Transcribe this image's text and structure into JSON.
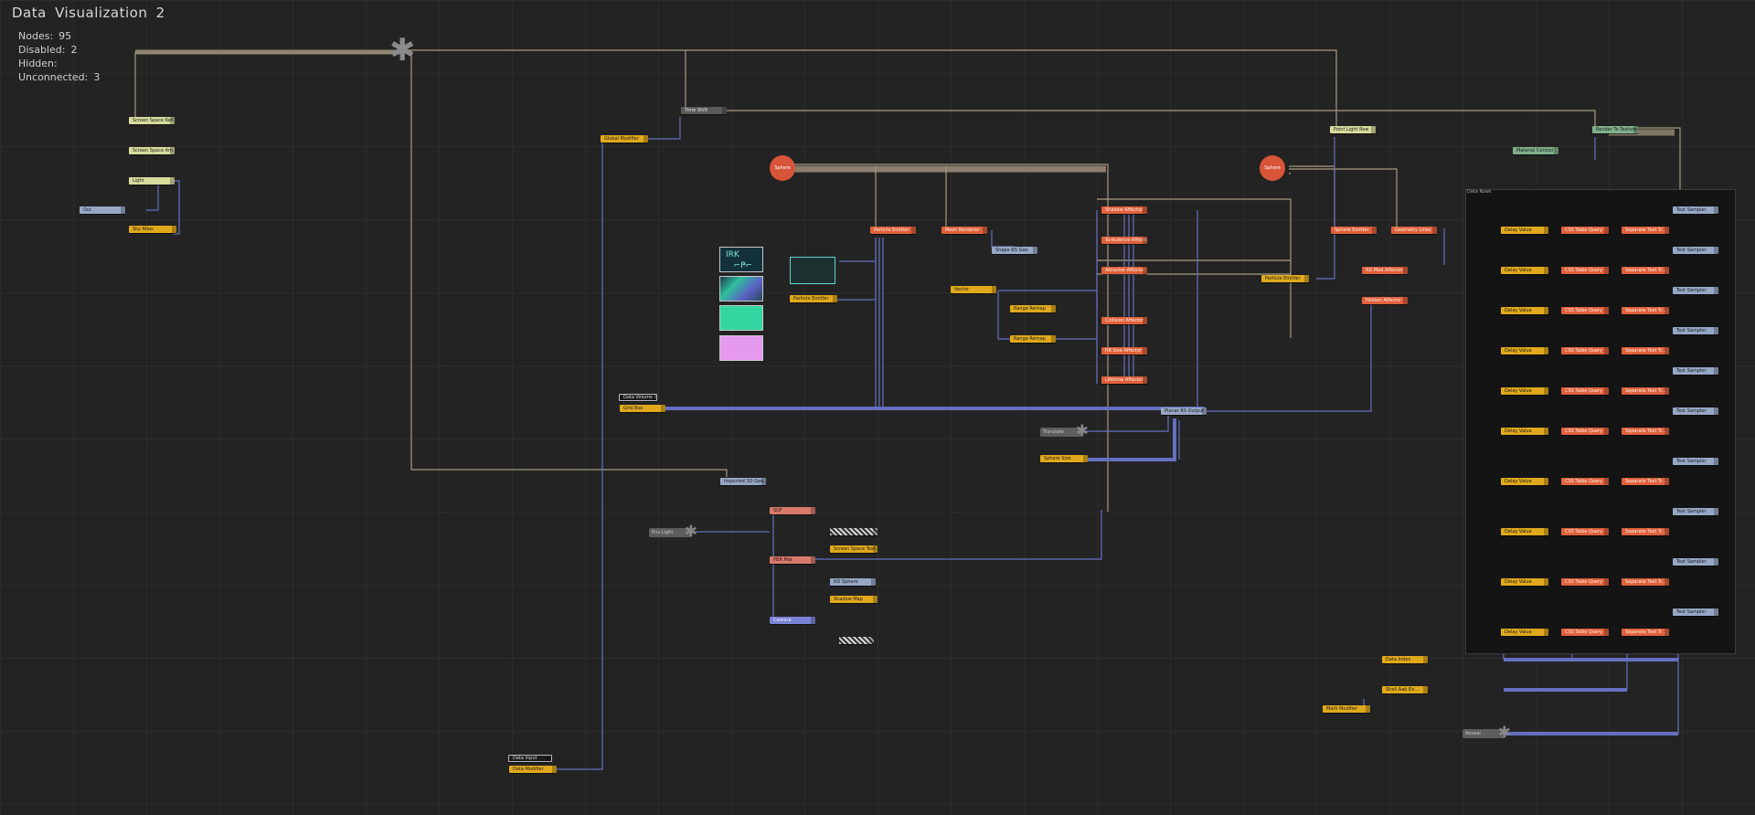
{
  "graph": {
    "title": "Data  Visualization  2",
    "stats": [
      {
        "label": "Nodes:",
        "value": "95"
      },
      {
        "label": "Disabled:",
        "value": "2"
      },
      {
        "label": "Hidden:",
        "value": ""
      },
      {
        "label": "Unconnected:",
        "value": "3"
      }
    ]
  },
  "colors": {
    "background": "#232323",
    "wire_tan": "#a69a7e",
    "wire_blue": "#6570c0",
    "node_yellow": "#e0a91c",
    "node_orange": "#e0613c",
    "node_blue": "#96a7c6"
  },
  "nodes": {
    "lime_1": "Screen Space Refl...",
    "lime_2": "Screen Space Am...",
    "lime_3": "Light",
    "blue_out": "Out",
    "yellow_env": "Sky Atlas",
    "time_shift": "Time Shift",
    "global_modifier": "Global Modifier",
    "sphere_1": "Sphere",
    "sphere_2": "Sphere",
    "emitter": "Particle Emitter",
    "mesh_renderer": "Mesh Renderer",
    "shape_geom": "Shape RS Geo",
    "particle_emitter_2": "Particle Emitter",
    "vector": "Vector",
    "range_remap": "Range Remap",
    "range_remap_2": "Range Remap",
    "color_1": "Shadow Affector",
    "color_2": "Turbulence Affector",
    "color_3": "Attractor Affector",
    "color_4": "Collision Affector",
    "color_5": "RB Size Affector",
    "color_6": "Lifetime Affector",
    "grid_geo": "Data Volume Grid",
    "grid_box": "Grid Box",
    "planar_1": "Planar RS Output",
    "translate": "Translate",
    "sphere_size": "Sphere Size",
    "imported_3d": "Imported 3D Geo...",
    "sdf": "SDF",
    "pbr": "PBR Mat",
    "camera": "Camera",
    "env_light": "Env Light",
    "rd_sphere": "RD Sphere",
    "screen_space_3": "Screen Space Text...",
    "shadow_map": "Shadow Map",
    "emitter_3": "Particle Emitter",
    "sphere_emitter": "Sphere Emitter",
    "material_ctrl": "Material Control",
    "geometry_lines": "Geometry Lines",
    "rd_mod": "RD Mod Affector",
    "hidden_affector": "Hidden Affector",
    "collision_affector": "Collision Affector",
    "sky_light_row": "Point Light Row",
    "render_to_texture": "Render To Texture",
    "data_input": "Data Input",
    "data_modifier": "Data Modifier",
    "data_index": "Data Index",
    "shell_aab": "Shell Aab Ex...",
    "math_modifier": "Math Modifier",
    "reveal": "Reveal",
    "backdrop_label": "Data Rows",
    "delay_value": "Delay Value",
    "color_query": "CSS Table Query",
    "separate_text": "Separate Text Tr...",
    "text_sampler": "Text Sampler"
  }
}
